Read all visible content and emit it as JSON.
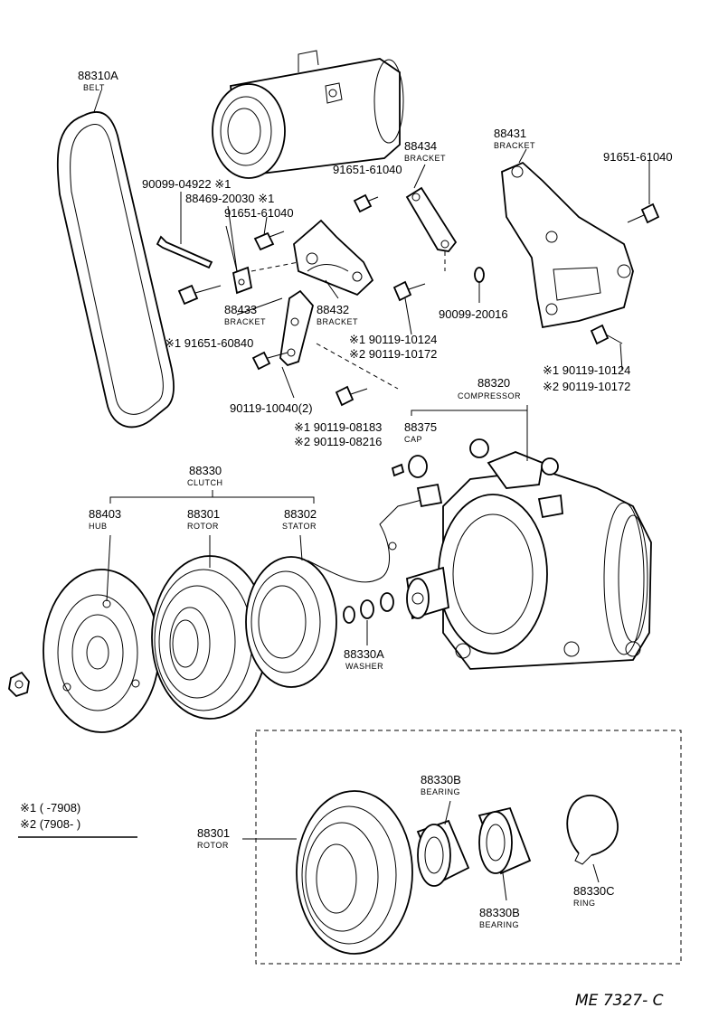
{
  "labels": {
    "belt": {
      "pn": "88310A",
      "name": "BELT"
    },
    "bolt_90099_04922": {
      "pn": "90099-04922 ※1"
    },
    "part_88469_20030": {
      "pn": "88469-20030 ※1"
    },
    "bolt_91651_61040_a": {
      "pn": "91651-61040"
    },
    "bolt_91651_61040_b": {
      "pn": "91651-61040"
    },
    "bolt_91651_61040_c": {
      "pn": "91651-61040"
    },
    "bracket_88434": {
      "pn": "88434",
      "name": "BRACKET"
    },
    "bracket_88431": {
      "pn": "88431",
      "name": "BRACKET"
    },
    "bracket_88433": {
      "pn": "88433",
      "name": "BRACKET"
    },
    "bracket_88432": {
      "pn": "88432",
      "name": "BRACKET"
    },
    "bolt_91651_60840": {
      "pn": "※1 91651-60840"
    },
    "washer_90099_20016": {
      "pn": "90099-20016"
    },
    "bolt_pair_mid": {
      "l1": "※1 90119-10124",
      "l2": "※2 90119-10172"
    },
    "bolt_pair_right": {
      "l1": "※1  90119-10124",
      "l2": "※2  90119-10172"
    },
    "bolt_90119_10040": {
      "pn": "90119-10040(2)"
    },
    "bolt_pair_low": {
      "l1": "※1 90119-08183",
      "l2": "※2 90119-08216"
    },
    "compressor": {
      "pn": "88320",
      "name": "COMPRESSOR"
    },
    "cap": {
      "pn": "88375",
      "name": "CAP"
    },
    "clutch": {
      "pn": "88330",
      "name": "CLUTCH"
    },
    "hub": {
      "pn": "88403",
      "name": "HUB"
    },
    "rotor": {
      "pn": "88301",
      "name": "ROTOR"
    },
    "stator": {
      "pn": "88302",
      "name": "STATOR"
    },
    "washer": {
      "pn": "88330A",
      "name": "WASHER"
    },
    "rotor_detail": {
      "pn": "88301",
      "name": "ROTOR"
    },
    "bearing_top": {
      "pn": "88330B",
      "name": "BEARING"
    },
    "bearing_bottom": {
      "pn": "88330B",
      "name": "BEARING"
    },
    "ring": {
      "pn": "88330C",
      "name": "RING"
    }
  },
  "legend": {
    "l1": "※1 (      -7908)",
    "l2": "※2 (7908-          )"
  },
  "drawing_code": "ME 7327- C"
}
